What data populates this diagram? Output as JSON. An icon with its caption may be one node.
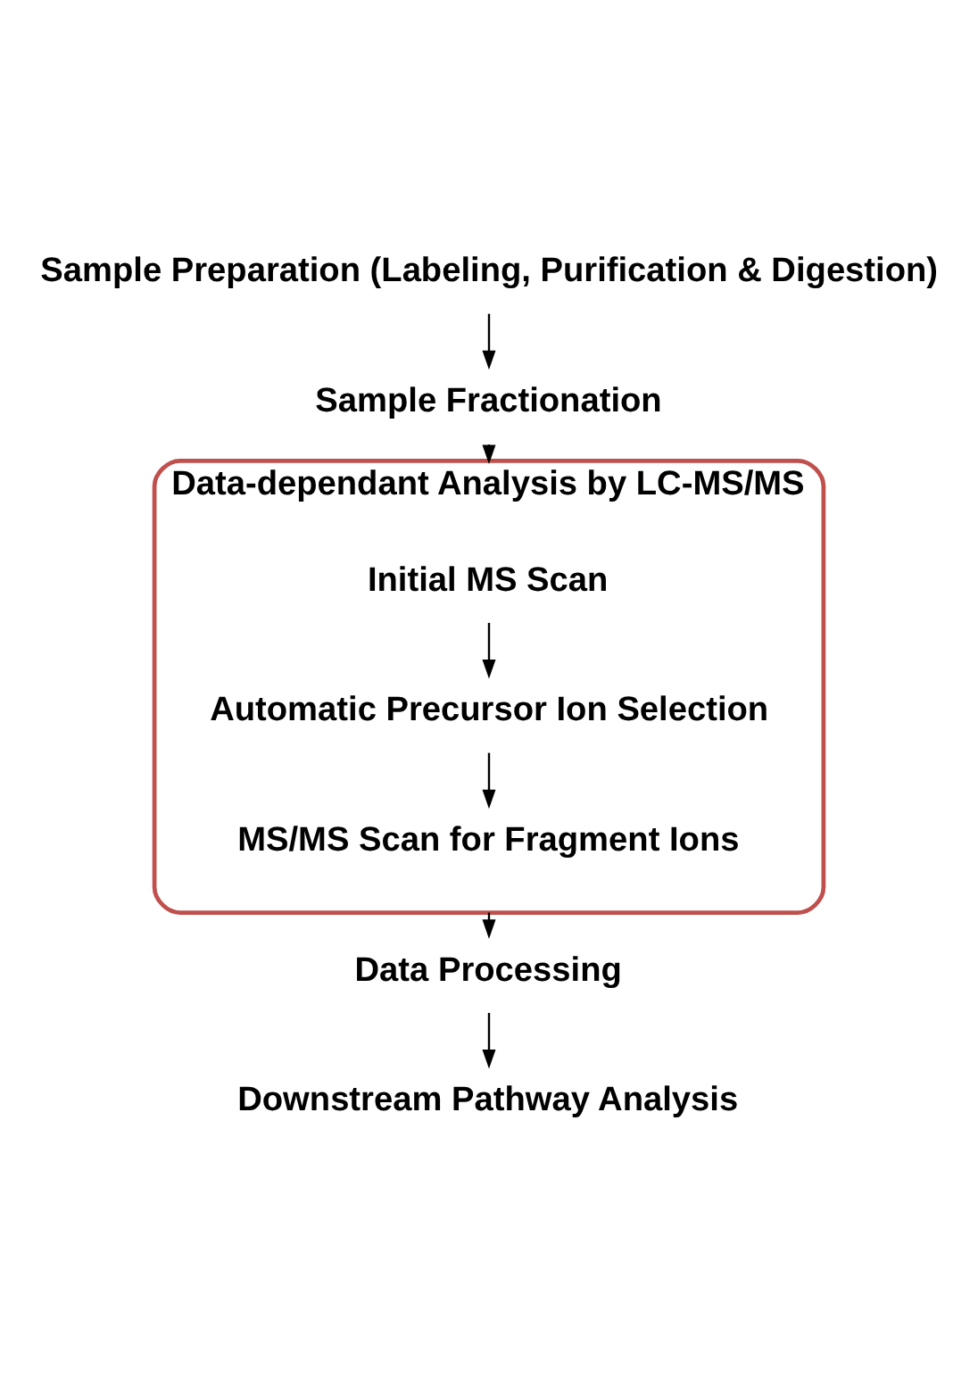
{
  "diagram": {
    "nodes": [
      {
        "text": [
          "Sample Preparation (Labeling, Purification & Digestion)"
        ]
      },
      {
        "text": [
          "Sample Fractionation"
        ]
      },
      {
        "text": [
          "Data-dependant Analysis by LC-MS/MS"
        ]
      },
      {
        "text": [
          "Initial MS Scan"
        ],
        "in": 2
      },
      {
        "text": [
          "Automatic Precursor Ion Selection"
        ],
        "in": 2
      },
      {
        "text": [
          "MS/MS Scan for Fragment Ions"
        ],
        "in": 2
      },
      {
        "text": [
          "Data Processing"
        ]
      },
      {
        "text": [
          "Downstream Pathway Analysis"
        ]
      }
    ],
    "edges": [
      {
        "from": 0,
        "to": 1,
        "arrow": "to"
      },
      {
        "from": 1,
        "to": 2,
        "arrow": "to"
      },
      {
        "from": 3,
        "to": 4,
        "arrow": "to"
      },
      {
        "from": 4,
        "to": 5,
        "arrow": "to"
      },
      {
        "from": 2,
        "to": 6,
        "arrow": "to"
      },
      {
        "from": 6,
        "to": 7,
        "arrow": "to"
      }
    ]
  }
}
